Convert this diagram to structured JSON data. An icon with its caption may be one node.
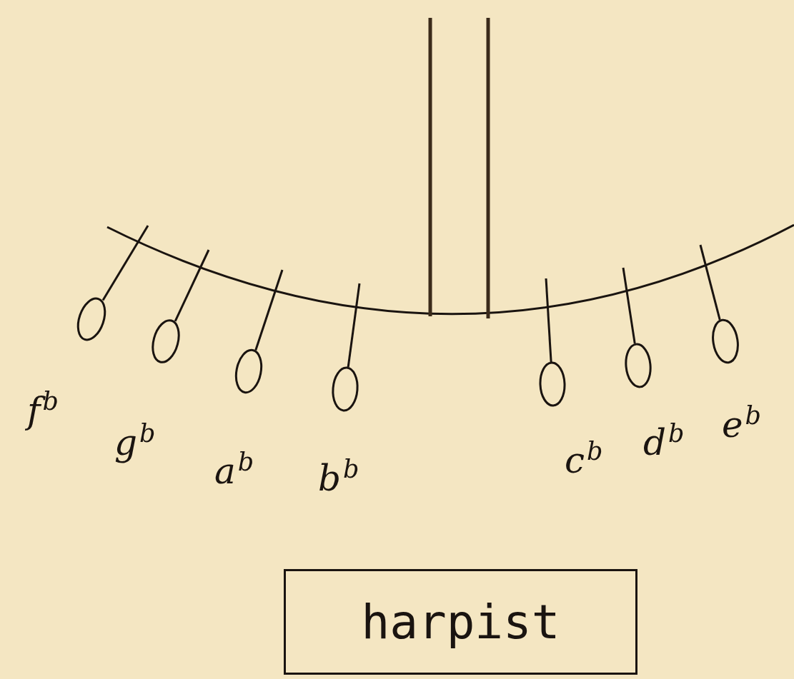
{
  "diagram": {
    "nodes": [
      {
        "text": [],
        "shape": "circle",
        "beside": [
          "f$^{b}$"
        ]
      },
      {
        "text": [],
        "shape": "circle",
        "beside": [
          "g$^{b}$"
        ]
      },
      {
        "text": [],
        "shape": "circle",
        "beside": [
          "a$^{b}$"
        ]
      },
      {
        "text": [],
        "shape": "circle",
        "beside": [
          "b$^{b}$"
        ]
      },
      {
        "text": [],
        "shape": "circle",
        "beside": [
          "c$^{b}$"
        ]
      },
      {
        "text": [],
        "shape": "circle",
        "beside": [
          "d$^{b}$"
        ]
      },
      {
        "text": [],
        "shape": "circle",
        "beside": [
          "e$^{b}$"
        ]
      },
      {
        "text": [
          "harpist"
        ]
      }
    ]
  }
}
